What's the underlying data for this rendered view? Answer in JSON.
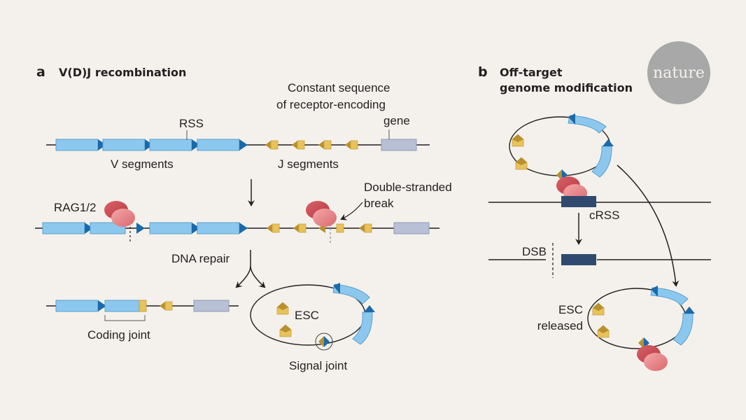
{
  "logo": {
    "text": "nature"
  },
  "panel_a": {
    "letter": "a",
    "title": "V(D)J recombination",
    "labels": {
      "rss": "RSS",
      "constant_line1": "Constant sequence",
      "constant_line2": "of receptor-encoding",
      "constant_line3": "gene",
      "v_segments": "V segments",
      "j_segments": "J segments",
      "rag": "RAG1/2",
      "dsb_line1": "Double-stranded",
      "dsb_line2": "break",
      "dna_repair": "DNA repair",
      "coding_joint": "Coding joint",
      "esc": "ESC",
      "signal_joint": "Signal joint"
    }
  },
  "panel_b": {
    "letter": "b",
    "title_line1": "Off-target",
    "title_line2": "genome modification",
    "labels": {
      "crss": "cRSS",
      "dsb": "DSB",
      "esc_line1": "ESC",
      "esc_line2": "released"
    }
  },
  "colors": {
    "background": "#f4f1ec",
    "v_segment": "#8cc8ee",
    "rss_blue": "#1a6aab",
    "j_segment": "#e8c25a",
    "j_dark": "#b8902e",
    "constant": "#b7c0d4",
    "rag_dark": "#c9484e",
    "rag_light": "#e98b8e",
    "crss": "#2f4a6e",
    "logo_circle": "#a8a8a8"
  }
}
